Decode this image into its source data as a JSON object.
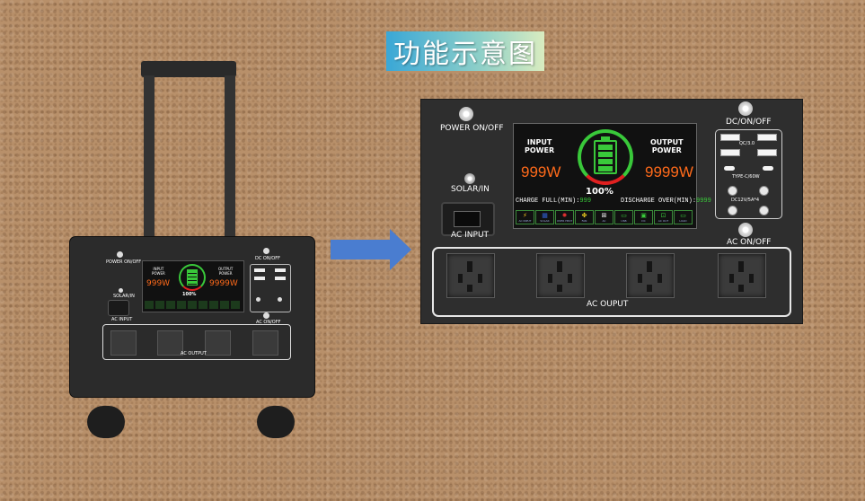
{
  "title": "功能示意图",
  "small_device": {
    "power_label": "POWER ON/OFF",
    "dc_label": "DC ON/OFF",
    "solar_label": "SOLAR/IN",
    "ac_input_label": "AC INPUT",
    "ac_onoff_label": "AC ON/OFF",
    "ac_output_label": "AC OUTPUT",
    "input_power": "INPUT\nPOWER",
    "output_power": "OUTPUT\nPOWER",
    "input_watts": "999W",
    "output_watts": "9999W",
    "percent": "100%"
  },
  "panel": {
    "power_label": "POWER ON/OFF",
    "dc_label": "DC/ON/OFF",
    "solar_label": "SOLAR/IN",
    "ac_input_label": "AC INPUT",
    "ac_onoff_label": "AC ON/OFF",
    "ac_output_label": "AC OUPUT",
    "screen": {
      "input_label": "INPUT\nPOWER",
      "output_label": "OUTPUT\nPOWER",
      "input_watts": "999W",
      "output_watts": "9999W",
      "percent": "100%",
      "charge_full_label": "CHARGE FULL(MIN):",
      "charge_full_value": "999",
      "discharge_label": "DISCHARGE OVER(MIN):",
      "discharge_value": "9999",
      "icons": [
        {
          "glyph": "⚡",
          "color": "#f0c020",
          "text": "AC INPUT"
        },
        {
          "glyph": "▦",
          "color": "#3060d0",
          "text": "SOLAR"
        },
        {
          "glyph": "✹",
          "color": "#e03030",
          "text": "OVER HEAT"
        },
        {
          "glyph": "✤",
          "color": "#f0d020",
          "text": "FAN"
        },
        {
          "glyph": "⊞",
          "color": "#ffffff",
          "text": "AC"
        },
        {
          "glyph": "▭",
          "color": "#39c83a",
          "text": "USB"
        },
        {
          "glyph": "▣",
          "color": "#39c83a",
          "text": "DC"
        },
        {
          "glyph": "⊡",
          "color": "#39c83a",
          "text": "AC OUT"
        },
        {
          "glyph": "▭",
          "color": "#39c83a",
          "text": "LOAD"
        }
      ]
    },
    "dc": {
      "qc_label": "QC/3.0",
      "typec_label": "TYPE-C/60W",
      "dc12_label": "DC12V/5A*4"
    },
    "socket_count": 4
  }
}
